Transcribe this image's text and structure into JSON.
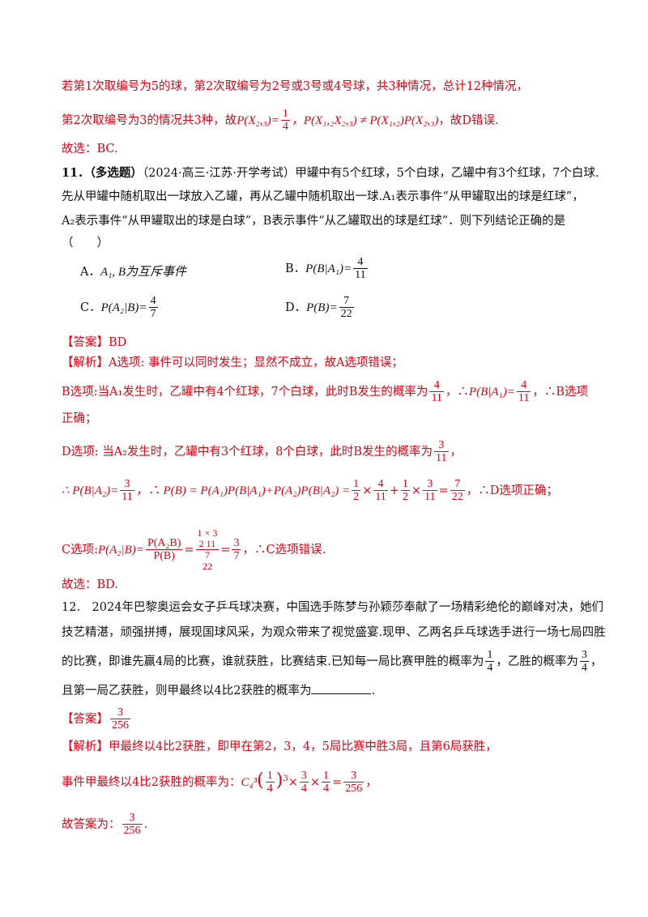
{
  "block1": {
    "line1": "若第1次取编号为5的球，第2次取编号为2号或3号或4号球，共3种情况，总计12种情况，",
    "line2_prefix": "第2次取编号为3的情况共3种，故",
    "line2_m1": "P(X₂,₃)=",
    "line2_f1": {
      "num": "1",
      "den": "4"
    },
    "line2_m2": "，P(X₁,₂X₂,₃) ≠ P(X₁,₂)P(X₂,₃)",
    "line2_suffix": "，故D错误.",
    "line3": "故选：BC."
  },
  "q11": {
    "number": "11．",
    "tag": "（多选题）",
    "source": "（2024·高三·江苏·开学考试）",
    "stem1": "甲罐中有5个红球，5个白球，乙罐中有3个红球，7个白球.",
    "stem2": "先从甲罐中随机取出一球放入乙罐，再从乙罐中随机取出一球.A₁表示事件“从甲罐取出的球是红球”，",
    "stem3": "A₂表示事件“从甲罐取出的球是白球”，B表示事件“从乙罐取出的球是红球”．则下列结论正确的是",
    "stem4": "（　　）",
    "optA_label": "A．",
    "optA_text": "A₁, B为互斥事件",
    "optB_label": "B．",
    "optB_math": "P(B|A₁)=",
    "optB_frac": {
      "num": "4",
      "den": "11"
    },
    "optC_label": "C．",
    "optC_math": "P(A₂|B)=",
    "optC_frac": {
      "num": "4",
      "den": "7"
    },
    "optD_label": "D．",
    "optD_math": "P(B)=",
    "optD_frac": {
      "num": "7",
      "den": "22"
    },
    "answer_label": "【答案】",
    "answer": "BD",
    "analysis_label": "【解析】",
    "a_line": "A选项: 事件可以同时发生；显然不成立，故A选项错误；",
    "b_line1_a": "B选项:当A₁发生时，乙罐中有4个红球，7个白球，此时B发生的概率为",
    "b_line1_f": {
      "num": "4",
      "den": "11"
    },
    "b_line1_b": "，∴",
    "b_line1_m": "P(B|A₁)=",
    "b_line1_f2": {
      "num": "4",
      "den": "11"
    },
    "b_line1_c": "，∴B选项",
    "b_line2": "正确；",
    "d_line1_a": "D选项: 当A₂发生时，乙罐中有3个红球，8个白球，此时B发生的概率为",
    "d_line1_f": {
      "num": "3",
      "den": "11"
    },
    "d_line1_b": "，",
    "d_line2_a": "∴ P(B|A₂)=",
    "d_line2_f1": {
      "num": "3",
      "den": "11"
    },
    "d_line2_b": "，∴ P(B) = P(A₁)P(B|A₁)+P(A₂)P(B|A₂) =",
    "d_line2_f2": {
      "num": "1",
      "den": "2"
    },
    "d_line2_x1": "×",
    "d_line2_f3": {
      "num": "4",
      "den": "11"
    },
    "d_line2_p": "+",
    "d_line2_f4": {
      "num": "1",
      "den": "2"
    },
    "d_line2_x2": "×",
    "d_line2_f5": {
      "num": "3",
      "den": "11"
    },
    "d_line2_eq": "=",
    "d_line2_f6": {
      "num": "7",
      "den": "22"
    },
    "d_line2_c": "，∴D选项正确；",
    "c_line_a": "C选项:",
    "c_line_m": "P(A₂|B)=",
    "c_line_f1": {
      "num": "P(A₂B)",
      "den": "P(B)"
    },
    "c_line_eq": "=",
    "c_line_top": "1 × 3",
    "c_line_top2": "2   11",
    "c_line_bot": "7",
    "c_line_bot2": "22",
    "c_line_eq2": "=",
    "c_line_f3": {
      "num": "3",
      "den": "7"
    },
    "c_line_b": "，∴C选项错误.",
    "final": "故选：BD."
  },
  "q12": {
    "line1": "12.　2024年巴黎奥运会女子乒乓球决赛，中国选手陈梦与孙颖莎奉献了一场精彩绝伦的巅峰对决，她们",
    "line2": "技艺精湛，顽强拼搏，展现国球风采，为观众带来了视觉盛宴.现甲、乙两名乒乓球选手进行一场七局四胜",
    "line3_a": "的比赛，即谁先赢4局的比赛，谁就获胜，比赛结束.已知每一局比赛甲胜的概率为",
    "line3_f1": {
      "num": "1",
      "den": "4"
    },
    "line3_b": "，乙胜的概率为",
    "line3_f2": {
      "num": "3",
      "den": "4"
    },
    "line3_c": "，",
    "line4": "且第一局乙获胜，则甲最终以4比2获胜的概率为",
    "line4_end": ".",
    "answer_label": "【答案】",
    "answer_f": {
      "num": "3",
      "den": "256"
    },
    "analysis_label": "【解析】",
    "an_line1": "甲最终以4比2获胜，即甲在第2，3，4，5局比赛中胜3局，且第6局获胜，",
    "an_line2_a": "事件甲最终以4比2获胜的概率为：",
    "an_line2_m": "C₄³",
    "an_line2_f1": {
      "num": "1",
      "den": "4"
    },
    "an_line2_pow": "3",
    "an_line2_x1": "×",
    "an_line2_f2": {
      "num": "3",
      "den": "4"
    },
    "an_line2_x2": "×",
    "an_line2_f3": {
      "num": "1",
      "den": "4"
    },
    "an_line2_eq": "=",
    "an_line2_f4": {
      "num": "3",
      "den": "256"
    },
    "an_line2_b": "，",
    "an_line3_a": "故答案为：",
    "an_line3_f": {
      "num": "3",
      "den": "256"
    },
    "an_line3_b": "."
  },
  "colors": {
    "red": "#e60012",
    "text": "#111111"
  }
}
